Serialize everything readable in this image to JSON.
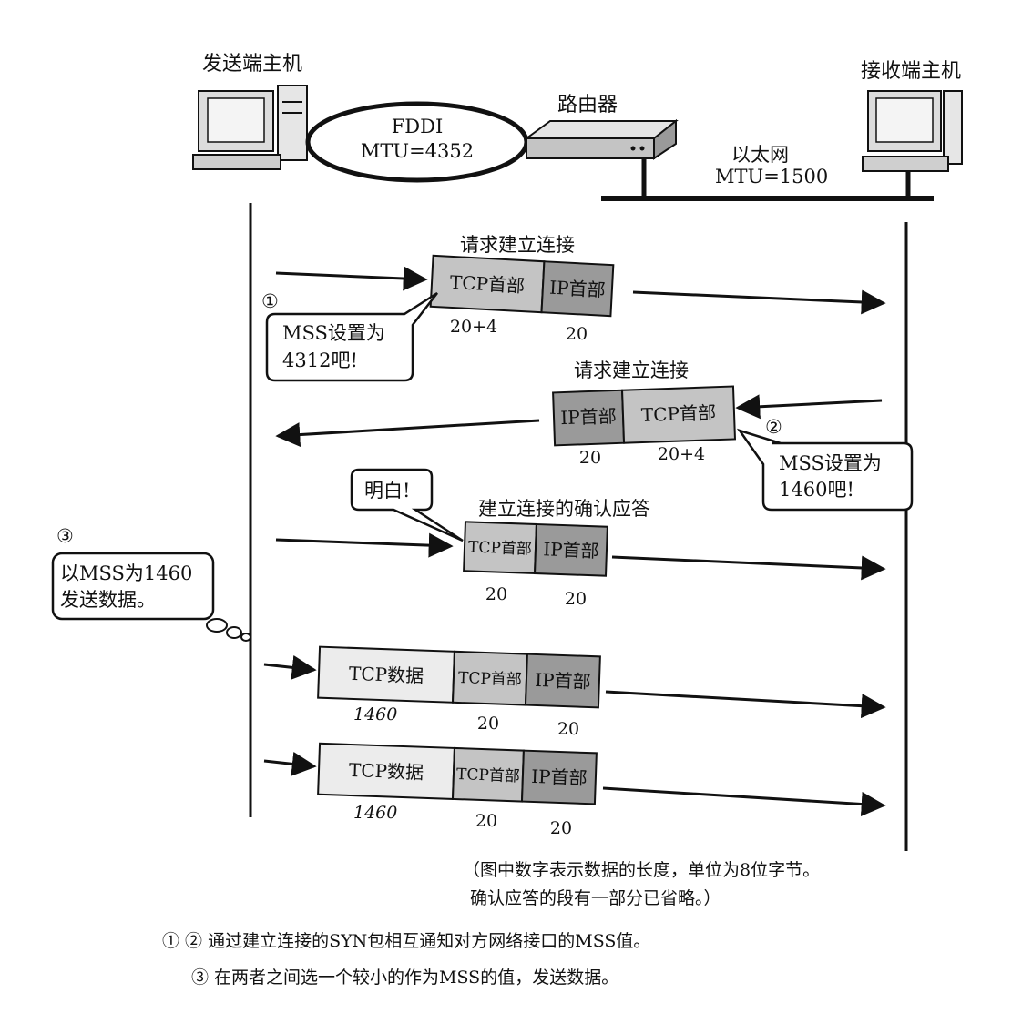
{
  "hosts": {
    "sender": "发送端主机",
    "receiver": "接收端主机",
    "router": "路由器"
  },
  "networks": {
    "fddi_name": "FDDI",
    "fddi_mtu": "MTU=4352",
    "ethernet_name": "以太网",
    "ethernet_mtu": "MTU=1500"
  },
  "exchange": {
    "syn_title": "请求建立连接",
    "syn_ack_title": "请求建立连接",
    "ack_title": "建立连接的确认应答",
    "tcp_header": "TCP首部",
    "ip_header": "IP首部",
    "tcp_data": "TCP数据",
    "len_tcp_opt": "20+4",
    "len_header": "20",
    "len_data": "1460"
  },
  "callouts": {
    "mark1": "①",
    "mark2": "②",
    "mark3": "③",
    "sender_mss_line1": "MSS设置为",
    "sender_mss_line2": "4312吧!",
    "receiver_mss_line1": "MSS设置为",
    "receiver_mss_line2": "1460吧!",
    "ack_reply": "明白!",
    "decision_line1": "以MSS为1460",
    "decision_line2": "发送数据。"
  },
  "notes": {
    "unit_line1": "（图中数字表示数据的长度，单位为8位字节。",
    "unit_line2": "确认应答的段有一部分已省略。）",
    "caption_line1": "① ② 通过建立连接的SYN包相互通知对方网络接口的MSS值。",
    "caption_line2": "③ 在两者之间选一个较小的作为MSS的值，发送数据。"
  },
  "colors": {
    "tcp_header_fill": "#c4c4c4",
    "ip_header_fill": "#9a9a9a",
    "tcp_data_fill": "#ececec",
    "line": "#111111"
  },
  "icons": [
    "desktop-computer-icon",
    "router-device-icon"
  ]
}
